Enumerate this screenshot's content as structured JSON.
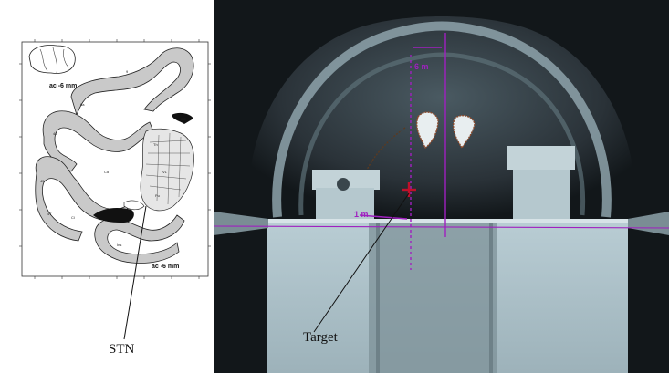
{
  "labels": {
    "stn": "STN",
    "target": "Target"
  },
  "atlas": {
    "level_top": "ac -6 mm",
    "level_bottom": "ac -6 mm"
  },
  "xray_annotations": {
    "measure_top": "6 m",
    "measure_left": "1 m"
  },
  "colors": {
    "annotation_purple": "#a020c0",
    "target_red": "#c0102a",
    "atlas_gray": "#c9c9c9",
    "xray_bone": "#9fb4bc"
  }
}
